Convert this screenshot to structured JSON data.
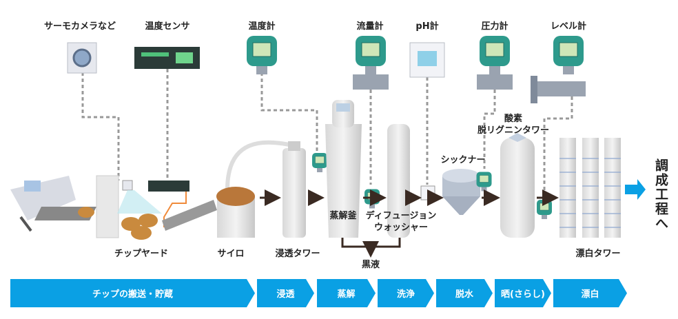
{
  "instruments": [
    {
      "label": "サーモカメラなど",
      "icon": "thermal-camera-icon"
    },
    {
      "label": "温度センサ",
      "icon": "temperature-sensor-icon"
    },
    {
      "label": "温度計",
      "icon": "transmitter-icon"
    },
    {
      "label": "流量計",
      "icon": "flowmeter-icon"
    },
    {
      "label": "pH計",
      "icon": "ph-meter-icon"
    },
    {
      "label": "圧力計",
      "icon": "pressure-gauge-icon"
    },
    {
      "label": "レベル計",
      "icon": "level-meter-icon"
    }
  ],
  "equipment": {
    "chip_yard": "チップヤード",
    "silo": "サイロ",
    "impregnation_tower": "浸透タワー",
    "digester": "蒸解釜",
    "washer_line1": "ディフュージョン",
    "washer_line2": "ウォッシャー",
    "thickener": "シックナー",
    "o2_line1": "酸素",
    "o2_line2": "脱リグニンタワー",
    "bleach_tower": "漂白タワー",
    "black_liquor": "黒液",
    "next_step": "調成工程へ"
  },
  "process_steps": [
    "チップの搬送・貯蔵",
    "浸透",
    "蒸解",
    "洗浄",
    "脱水",
    "晒(さらし)",
    "漂白"
  ],
  "colors": {
    "step_bar": "#0aa0e4",
    "transmitter": "#2e9a8c",
    "arrow": "#3a2a22",
    "chip": "#c98a3e",
    "signal_line": "#999999"
  }
}
